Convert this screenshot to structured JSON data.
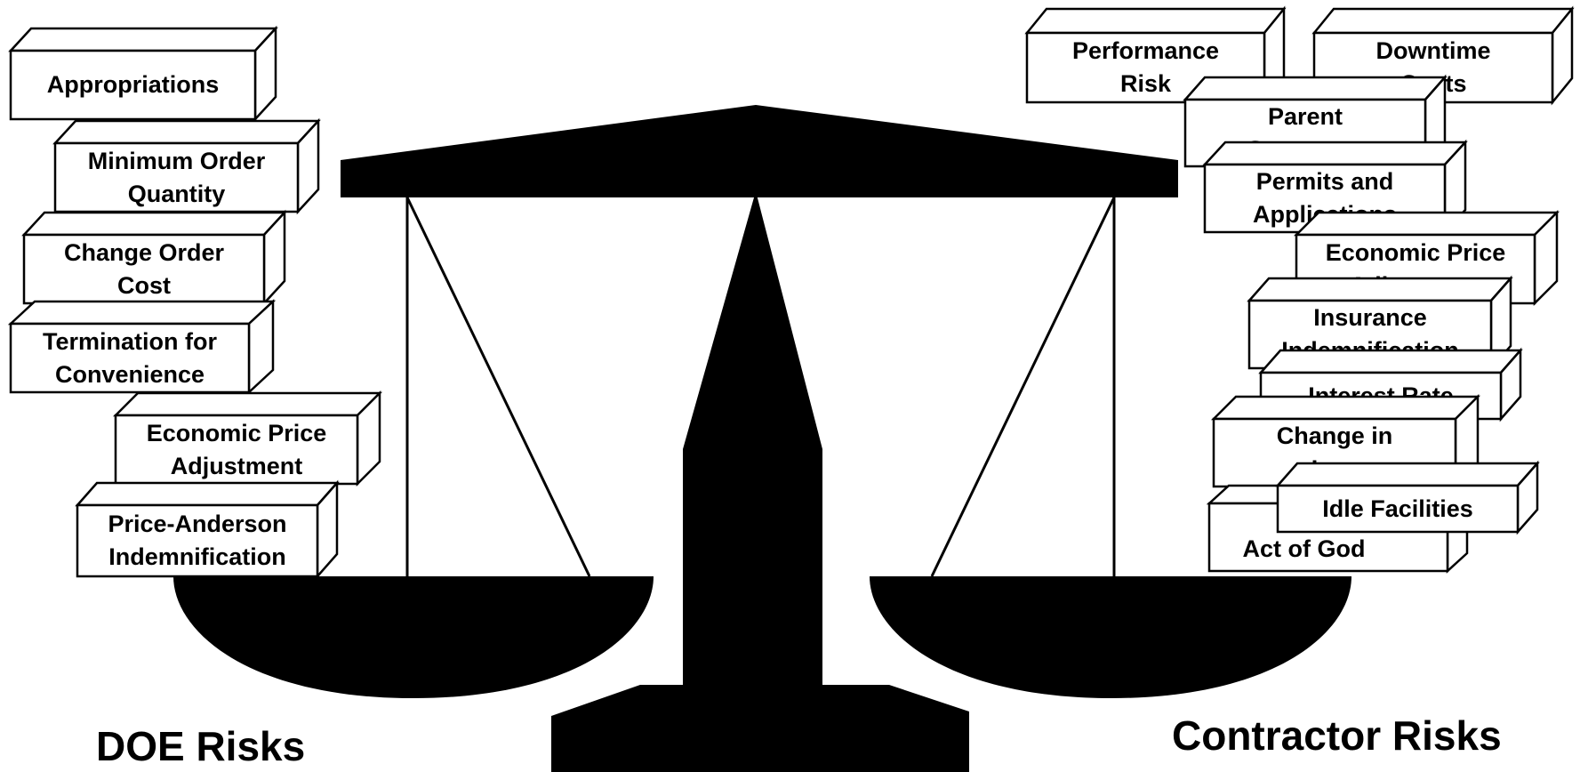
{
  "colors": {
    "ink": "#000000",
    "paper": "#ffffff"
  },
  "scale": {
    "icon": "balance-scale-icon"
  },
  "doe": {
    "title": "DOE Risks",
    "risks": [
      "Appropriations",
      "Minimum Order\nQuantity",
      "Change Order\nCost",
      "Termination for\nConvenience",
      "Economic Price\nAdjustment",
      "Price-Anderson\nIndemnification"
    ]
  },
  "contractor": {
    "title": "Contractor Risks",
    "risks": [
      "Performance\nRisk",
      "Downtime\nCosts",
      "Parent\nGuarantee",
      "Permits and\nApplications",
      "Economic Price\nAdjustment",
      "Insurance\nIndemnification",
      "Interest Rate",
      "Change in\nLaw",
      "Idle Facilities",
      "Act of God"
    ]
  }
}
